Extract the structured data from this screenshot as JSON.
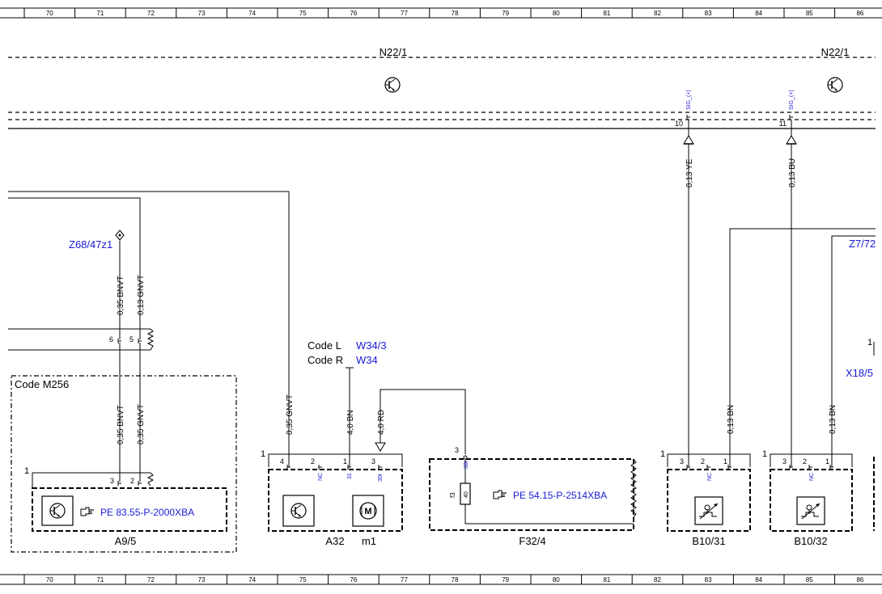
{
  "grid": {
    "columns": [
      "70",
      "71",
      "72",
      "73",
      "74",
      "75",
      "76",
      "77",
      "78",
      "79",
      "80",
      "81",
      "82",
      "83",
      "84",
      "85",
      "86"
    ]
  },
  "control_unit": {
    "label_left": "N22/1",
    "label_right": "N22/1",
    "pins": [
      {
        "number": "10",
        "signal": "SIG_(+)"
      },
      {
        "number": "11",
        "signal": "SIG_(+)"
      }
    ]
  },
  "wires": {
    "ye_013": "0,13 YE",
    "bu_013": "0,13 BU",
    "bnvt_035_top": "0,35 BNVT",
    "gnvt_013_top": "0,13 GNVT",
    "bnvt_035_bottom": "0,35 BNVT",
    "gnvt_035_bottom": "0,35 GNVT",
    "gnvt_035_a32": "0,35 GNVT",
    "bn_40": "4,0 BN",
    "rd_40": "4,0 RD",
    "bn_013_b1031": "0,13 BN",
    "bn_013_b1032": "0,13 BN"
  },
  "references": {
    "z68": "Z68/47z1",
    "z7": "Z7/72",
    "x18": "X18/5",
    "code_l": "Code L",
    "code_r": "Code R",
    "w34_3": "W34/3",
    "w34": "W34",
    "code_m256": "Code M256"
  },
  "connector_pins": {
    "x_pin6": "6",
    "x_pin5": "5",
    "a95_pin3": "3",
    "a95_pin2": "2",
    "a95_connector": "1",
    "a32_connector": "1",
    "a32_pin4": "4",
    "a32_pin2": "2",
    "a32_pin1": "1",
    "a32_pin3": "3",
    "a32_pin2_sig": "NC",
    "a32_pin1_sig": "31",
    "a32_pin3_sig": "30t",
    "f32_pin3": "3",
    "f32_pin_sig": "30t",
    "fuse_name": "f3",
    "fuse_rating": "40",
    "b1031_connector": "1",
    "b1031_pin3": "3",
    "b1031_pin2": "2",
    "b1031_pin1": "1",
    "b1031_pin2_sig": "NC",
    "b1032_connector": "1",
    "b1032_pin3": "3",
    "b1032_pin2": "2",
    "b1032_pin1": "1",
    "b1032_pin2_sig": "NC",
    "x18_pin": "1"
  },
  "components": {
    "a9_5": {
      "label": "A9/5",
      "ref": "PE 83.55-P-2000XBA"
    },
    "a32": {
      "label": "A32",
      "sub": "m1"
    },
    "f32_4": {
      "label": "F32/4",
      "ref": "PE 54.15-P-2514XBA"
    },
    "b10_31": {
      "label": "B10/31"
    },
    "b10_32": {
      "label": "B10/32"
    }
  },
  "colors": {
    "line": "#000000",
    "reference_blue": "#1a1ad6"
  },
  "icons": [
    "pointing-hand-icon",
    "transistor-icon",
    "motor-icon",
    "temperature-sensor-icon",
    "fuse-icon",
    "ground-arrow-icon"
  ]
}
